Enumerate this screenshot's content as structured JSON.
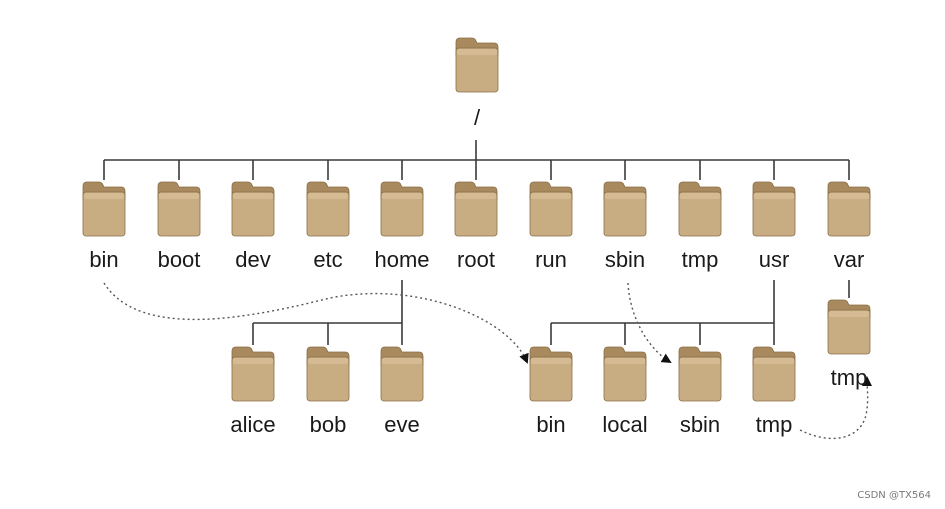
{
  "root": {
    "label": "/"
  },
  "top_level": [
    "bin",
    "boot",
    "dev",
    "etc",
    "home",
    "root",
    "run",
    "sbin",
    "tmp",
    "usr",
    "var"
  ],
  "home_children": [
    "alice",
    "bob",
    "eve"
  ],
  "usr_children": [
    "bin",
    "local",
    "sbin",
    "tmp"
  ],
  "var_children": [
    "tmp"
  ],
  "symlinks": [
    {
      "from": "bin",
      "to": "usr/bin"
    },
    {
      "from": "sbin",
      "to": "usr/sbin"
    },
    {
      "from": "usr/tmp",
      "to": "var/tmp"
    }
  ],
  "colors": {
    "folder_front": "#c9ad82",
    "folder_back": "#a88a5e",
    "folder_tab": "#a88a5e",
    "folder_edge": "#8a6e48",
    "connector": "#3a3a3a"
  },
  "watermark": "CSDN @TX564"
}
